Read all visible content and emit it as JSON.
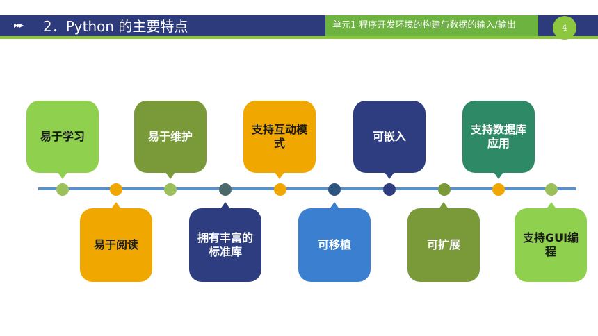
{
  "header": {
    "arrows": "▸▸▸",
    "title": "2．Python 的主要特点",
    "unit": "单元1 程序开发环境的构建与数据的输入/输出",
    "page_number": "4"
  },
  "colors": {
    "header_bg": "#2d3a7c",
    "accent_green": "#8dc63f",
    "timeline": "#5b8fc7"
  },
  "top_items": [
    {
      "label": "易于学习",
      "color": "#8fd14f"
    },
    {
      "label": "易于维护",
      "color": "#7a9a3a"
    },
    {
      "label": "支持互动模式",
      "color": "#f0a800"
    },
    {
      "label": "可嵌入",
      "color": "#2e3d80"
    },
    {
      "label": "支持数据库应用",
      "color": "#2e8a66"
    }
  ],
  "bottom_items": [
    {
      "label": "易于阅读",
      "color": "#f0a800"
    },
    {
      "label": "拥有丰富的标准库",
      "color": "#2e3d80"
    },
    {
      "label": "可移植",
      "color": "#3a7fd0"
    },
    {
      "label": "可扩展",
      "color": "#7a9a3a"
    },
    {
      "label": "支持GUI编程",
      "color": "#8fd14f"
    }
  ],
  "dots": [
    "#9bbf5a",
    "#f0a800",
    "#9bbf5a",
    "#4a6a6a",
    "#f0a800",
    "#2e5580",
    "#2e3d80",
    "#7a9a3a",
    "#f0a800",
    "#9bbf5a"
  ]
}
